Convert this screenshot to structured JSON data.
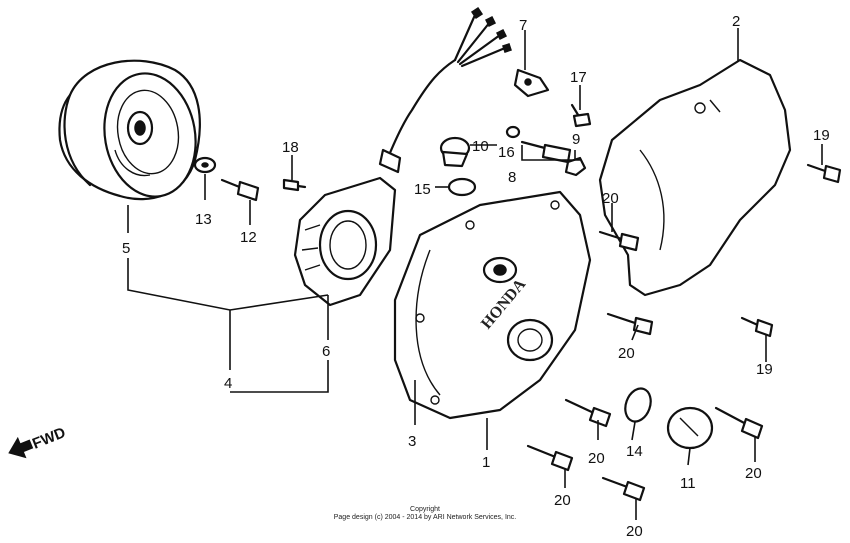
{
  "callouts": {
    "c1": "1",
    "c2": "2",
    "c3": "3",
    "c4": "4",
    "c5": "5",
    "c6": "6",
    "c7": "7",
    "c8": "8",
    "c9": "9",
    "c10": "10",
    "c11": "11",
    "c12": "12",
    "c13": "13",
    "c14": "14",
    "c15": "15",
    "c16": "16",
    "c17": "17",
    "c18": "18",
    "c19a": "19",
    "c19b": "19",
    "c20a": "20",
    "c20b": "20",
    "c20c": "20",
    "c20d": "20",
    "c20e": "20",
    "c20f": "20"
  },
  "cover_emboss": "HONDA",
  "direction_label": "FWD",
  "footer": {
    "line1": "Copyright",
    "line2": "Page design (c) 2004 - 2014 by ARI Network Services, Inc."
  }
}
